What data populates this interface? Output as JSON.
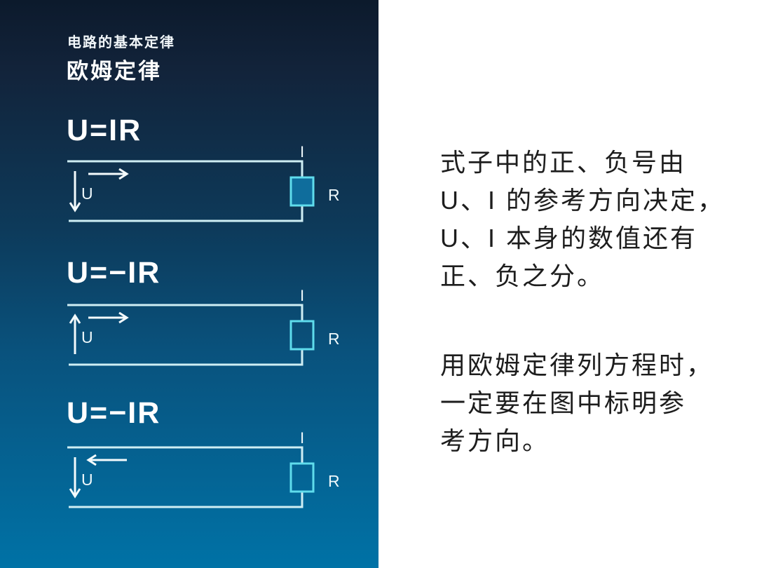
{
  "left_panel": {
    "kicker": "电路的基本定律",
    "title": "欧姆定律",
    "colors": {
      "background_top": "#0c1a2c",
      "background_bottom": "#0072a6",
      "wire": "#cfeef4",
      "resistor_border": "#5fdcec",
      "text": "#ffffff"
    },
    "circuits": [
      {
        "formula": "U=IR",
        "i_label": "I",
        "u_label": "U",
        "r_label": "R",
        "u_arrow_direction": "down",
        "current_arrow_direction": "right",
        "resistor_fill": "#0f6d9c"
      },
      {
        "formula": "U=−IR",
        "i_label": "I",
        "u_label": "U",
        "r_label": "R",
        "u_arrow_direction": "up",
        "current_arrow_direction": "right",
        "resistor_fill": "none"
      },
      {
        "formula": "U=−IR",
        "i_label": "I",
        "u_label": "U",
        "r_label": "R",
        "u_arrow_direction": "down",
        "current_arrow_direction": "left",
        "resistor_fill": "none"
      }
    ]
  },
  "right_panel": {
    "background": "#ffffff",
    "paragraphs": [
      {
        "lines": [
          "式子中的正、负号由",
          "U、I 的参考方向决定，",
          "U、I 本身的数值还有",
          "正、负之分。"
        ]
      },
      {
        "lines": [
          "用欧姆定律列方程时，",
          "一定要在图中标明参",
          "考方向。"
        ]
      }
    ]
  }
}
